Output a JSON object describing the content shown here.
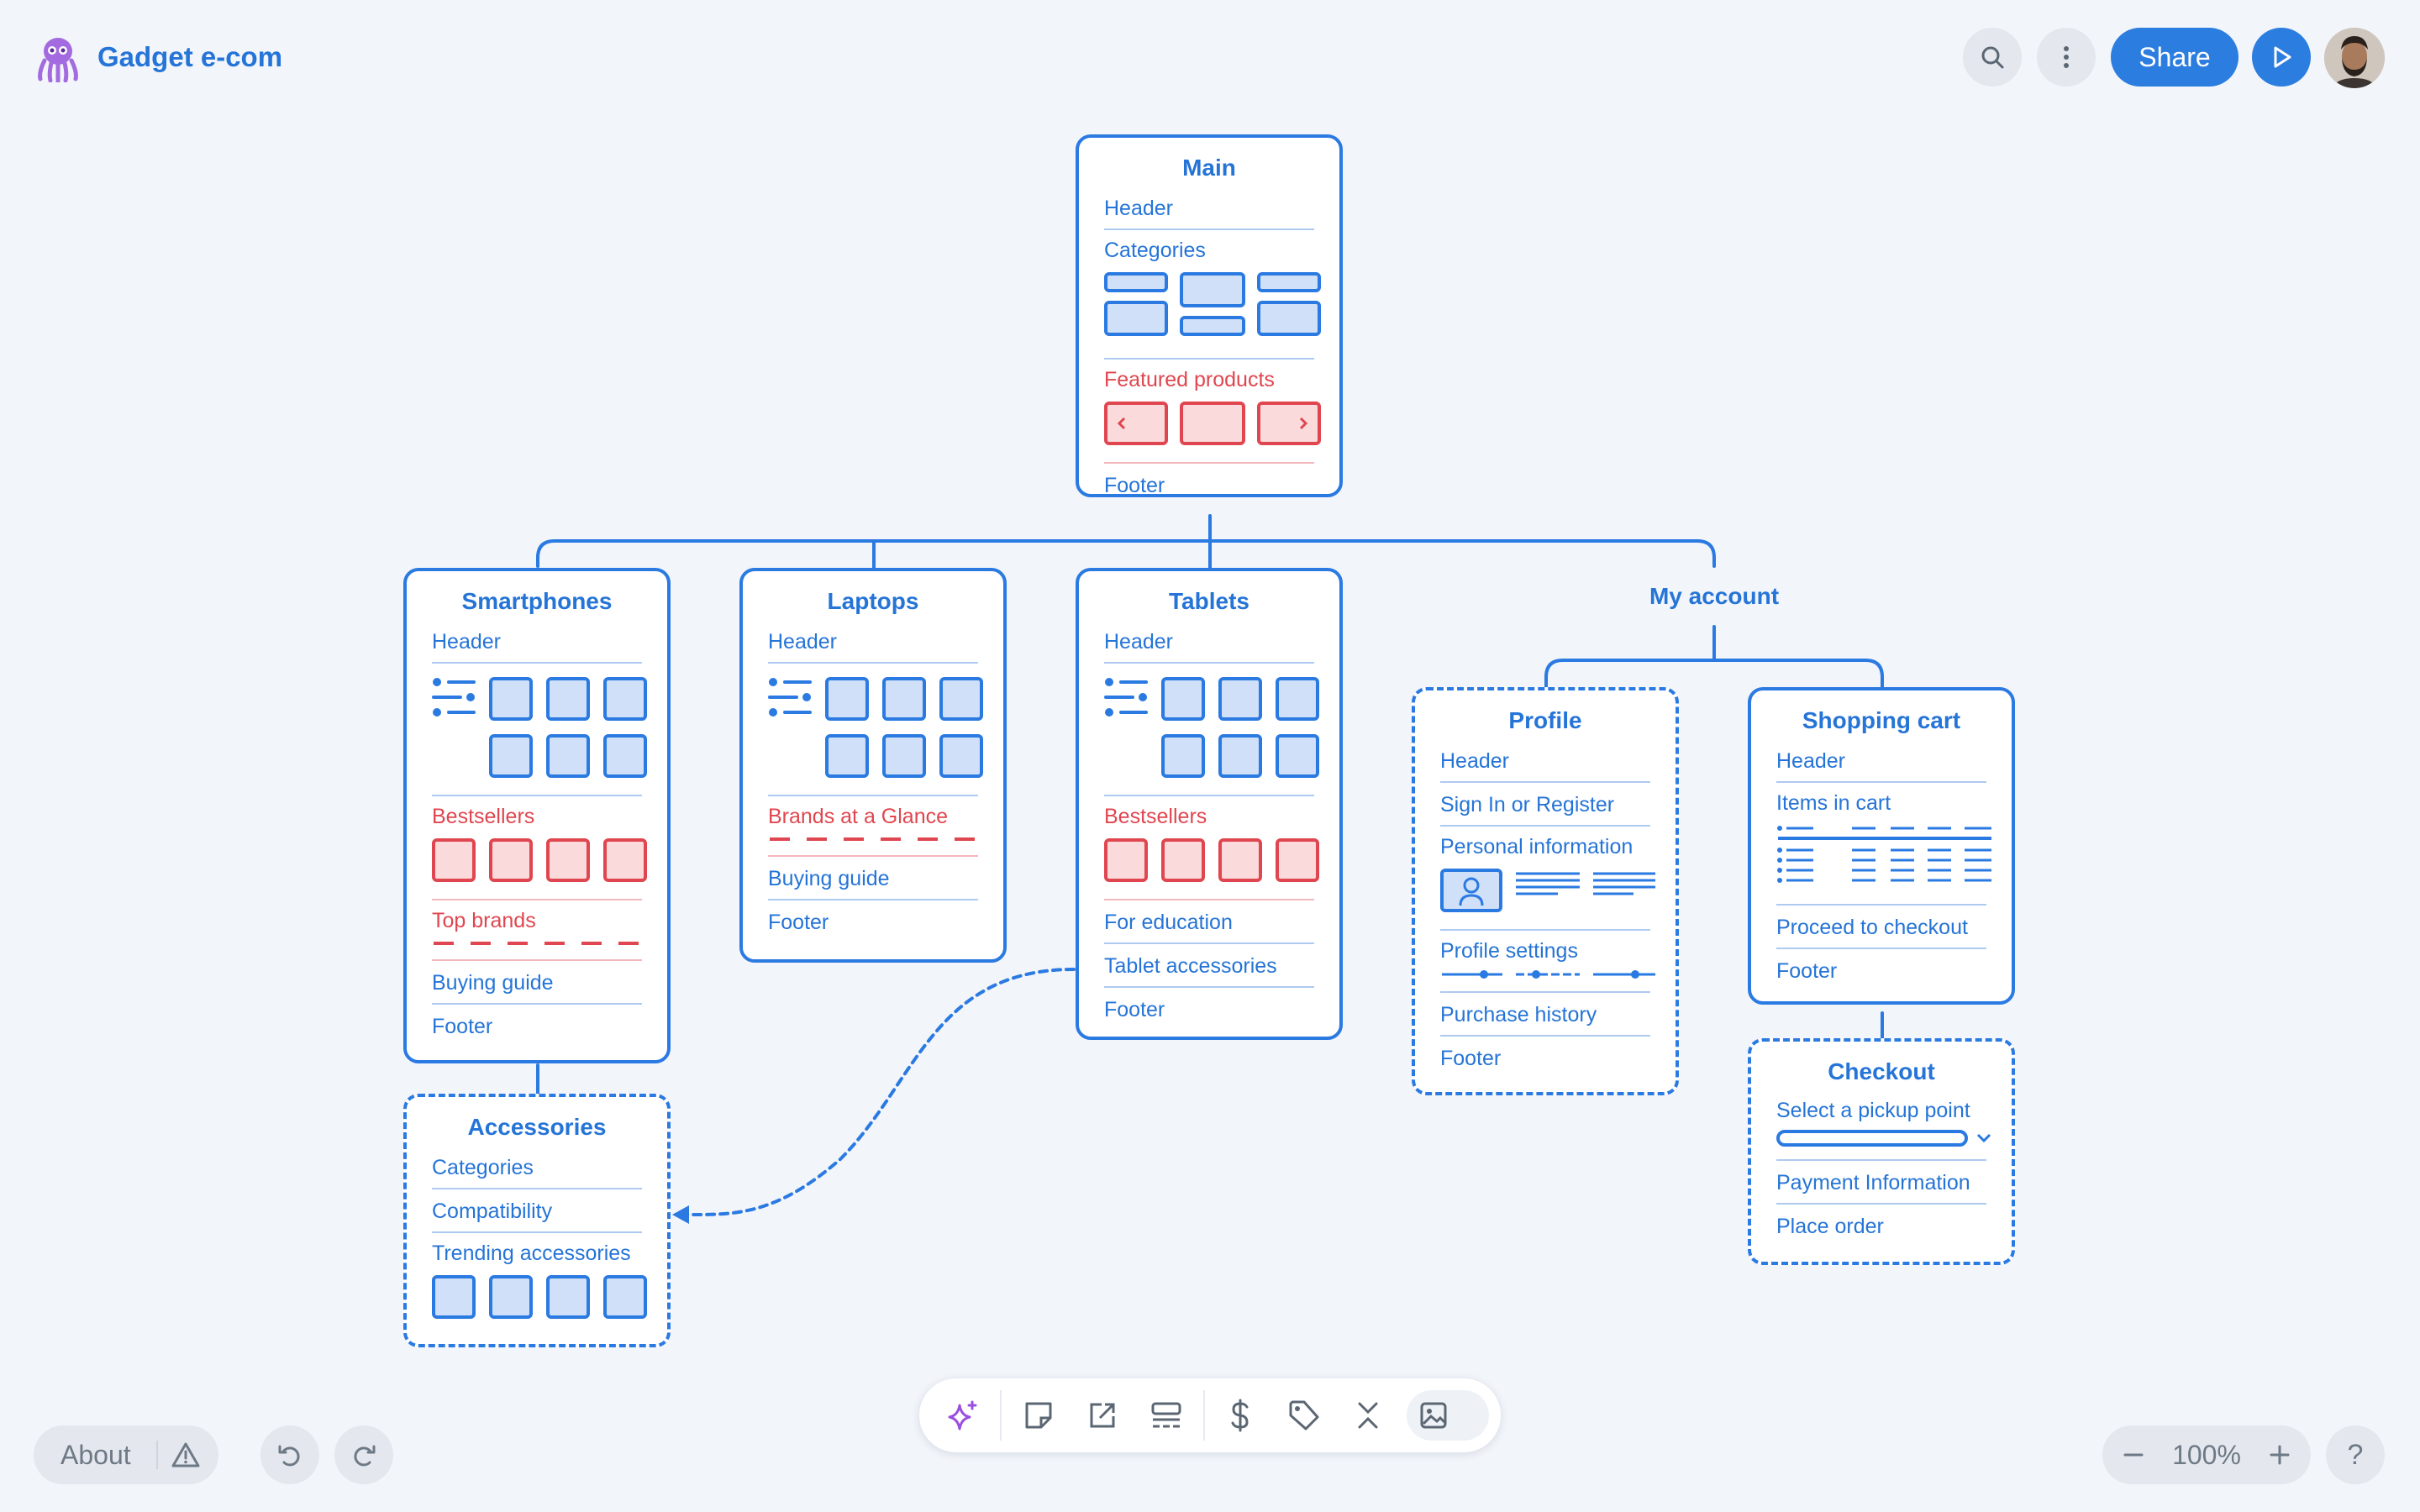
{
  "app": {
    "title": "Gadget e-com",
    "share_label": "Share"
  },
  "colors": {
    "accent": "#2a7ae2",
    "featured": "#e0464f",
    "canvas": "#f2f5fa"
  },
  "cards": {
    "main": {
      "title": "Main",
      "header": "Header",
      "categories": "Categories",
      "featured": "Featured products",
      "footer": "Footer"
    },
    "smartphones": {
      "title": "Smartphones",
      "header": "Header",
      "bestsellers": "Bestsellers",
      "top_brands": "Top brands",
      "buying_guide": "Buying guide",
      "footer": "Footer"
    },
    "laptops": {
      "title": "Laptops",
      "header": "Header",
      "brands": "Brands at a Glance",
      "buying_guide": "Buying guide",
      "footer": "Footer"
    },
    "tablets": {
      "title": "Tablets",
      "header": "Header",
      "bestsellers": "Bestsellers",
      "education": "For education",
      "accessories": "Tablet accessories",
      "footer": "Footer"
    },
    "my_account": {
      "title": "My account"
    },
    "profile": {
      "title": "Profile",
      "header": "Header",
      "signin": "Sign In or Register",
      "personal": "Personal information",
      "settings": "Profile settings",
      "history": "Purchase history",
      "footer": "Footer"
    },
    "cart": {
      "title": "Shopping cart",
      "header": "Header",
      "items": "Items in cart",
      "checkout": "Proceed to checkout",
      "footer": "Footer"
    },
    "checkout": {
      "title": "Checkout",
      "pickup": "Select a pickup point",
      "payment": "Payment Information",
      "place": "Place order"
    },
    "accessories": {
      "title": "Accessories",
      "categories": "Categories",
      "compatibility": "Compatibility",
      "trending": "Trending accessories"
    }
  },
  "footer_bar": {
    "about": "About",
    "zoom": "100%",
    "help": "?"
  },
  "toolbar": {
    "items": [
      "ai-sparkle-icon",
      "sticky-note-icon",
      "external-link-icon",
      "section-icon",
      "dollar-icon",
      "tag-icon",
      "collapse-icon",
      "image-icon"
    ]
  }
}
